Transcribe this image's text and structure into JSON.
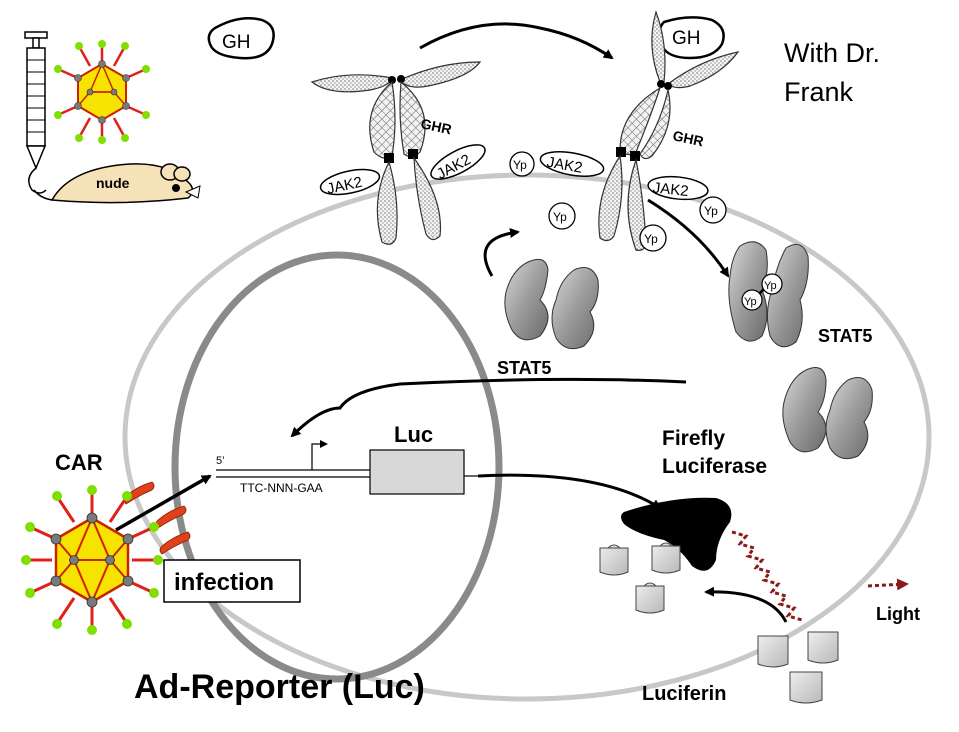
{
  "labels": {
    "gh": "GH",
    "ghr": "GHR",
    "jak2": "JAK2",
    "yp": "Yp",
    "stat5": "STAT5",
    "luc": "Luc",
    "five_prime": "5’",
    "promoter": "TTC-NNN-GAA",
    "car": "CAR",
    "infection": "infection",
    "nude": "nude",
    "firefly_line1": "Firefly",
    "firefly_line2": "Luciferase",
    "light": "Light",
    "luciferin": "Luciferin",
    "title": "Ad-Reporter (Luc)",
    "credit_line1": "With Dr.",
    "credit_line2": "Frank"
  },
  "colors": {
    "cell_membrane": "#c8c8c8",
    "nucleus": "#8a8a8a",
    "virus_fill": "#f7e300",
    "virus_edge": "#cc2200",
    "virus_vertex": "#7a7a7a",
    "virus_spike": "#e0201a",
    "virus_tip": "#7fe000",
    "car_receptor": "#e0401a",
    "stat5": "#9a9a9a",
    "luciferase": "#000000",
    "light": "#8b1a1a",
    "luciferin": "#c8c8c8",
    "mouse": "#f6e2b8"
  }
}
